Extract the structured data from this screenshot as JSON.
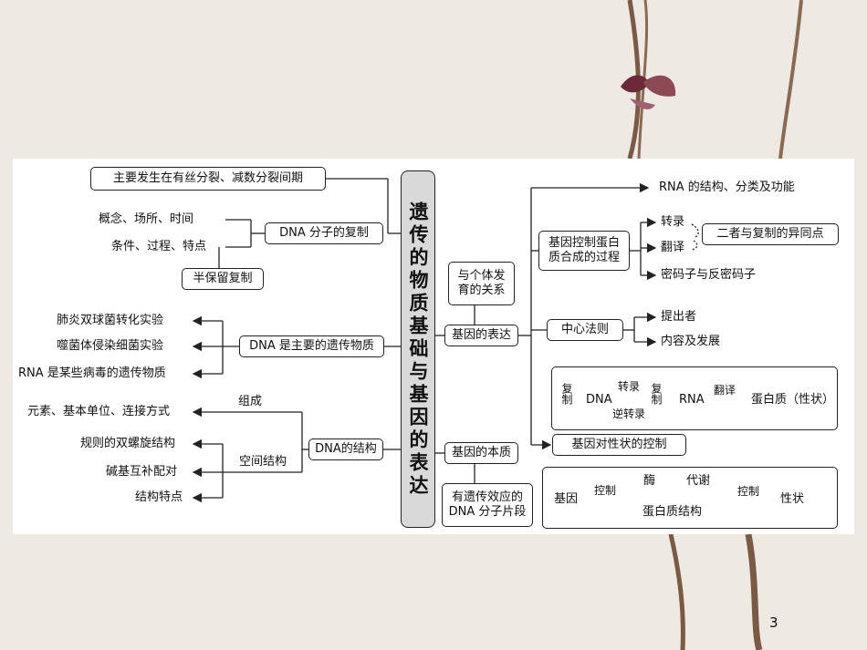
{
  "center_title": "遗传的物质基础与基因的表达",
  "left": {
    "replication": {
      "label": "DNA 分子的复制",
      "top_note": "主要发生在有丝分裂、减数分裂间期",
      "items": [
        "概念、场所、时间",
        "条件、过程、特点"
      ],
      "feature": "半保留复制"
    },
    "main_material": {
      "label": "DNA 是主要的遗传物质",
      "items": [
        "肺炎双球菌转化实验",
        "噬菌体侵染细菌实验",
        "RNA 是某些病毒的遗传物质"
      ]
    },
    "structure": {
      "label": "DNA的结构",
      "composition_label": "组成",
      "composition_item": "元素、基本单位、连接方式",
      "spatial_label": "空间结构",
      "spatial_items": [
        "规则的双螺旋结构",
        "碱基互补配对",
        "结构特点"
      ]
    }
  },
  "right": {
    "expression": {
      "label": "基因的表达",
      "relation_box": "与个体发育的关系",
      "rna_item": "RNA 的结构、分类及功能",
      "protein_box": "基因控制蛋白质合成的过程",
      "transcription": "转录",
      "translation": "翻译",
      "compare_box": "二者与复制的异同点",
      "codon": "密码子与反密码子",
      "dogma_box": "中心法则",
      "proposer": "提出者",
      "content": "内容及发展",
      "dogma_diagram": {
        "replicate": "复制",
        "dna": "DNA",
        "transcribe": "转录",
        "reverse": "逆转录",
        "rna": "RNA",
        "translate": "翻译",
        "protein": "蛋白质（性状）"
      },
      "trait_control": "基因对性状的控制",
      "control_diagram": {
        "gene": "基因",
        "control": "控制",
        "enzyme": "酶",
        "metabolism": "代谢",
        "protein_structure": "蛋白质结构",
        "trait": "性状"
      }
    },
    "essence": {
      "label": "基因的本质",
      "note": "有遗传效应的DNA 分子片段"
    }
  },
  "page_number": "3"
}
